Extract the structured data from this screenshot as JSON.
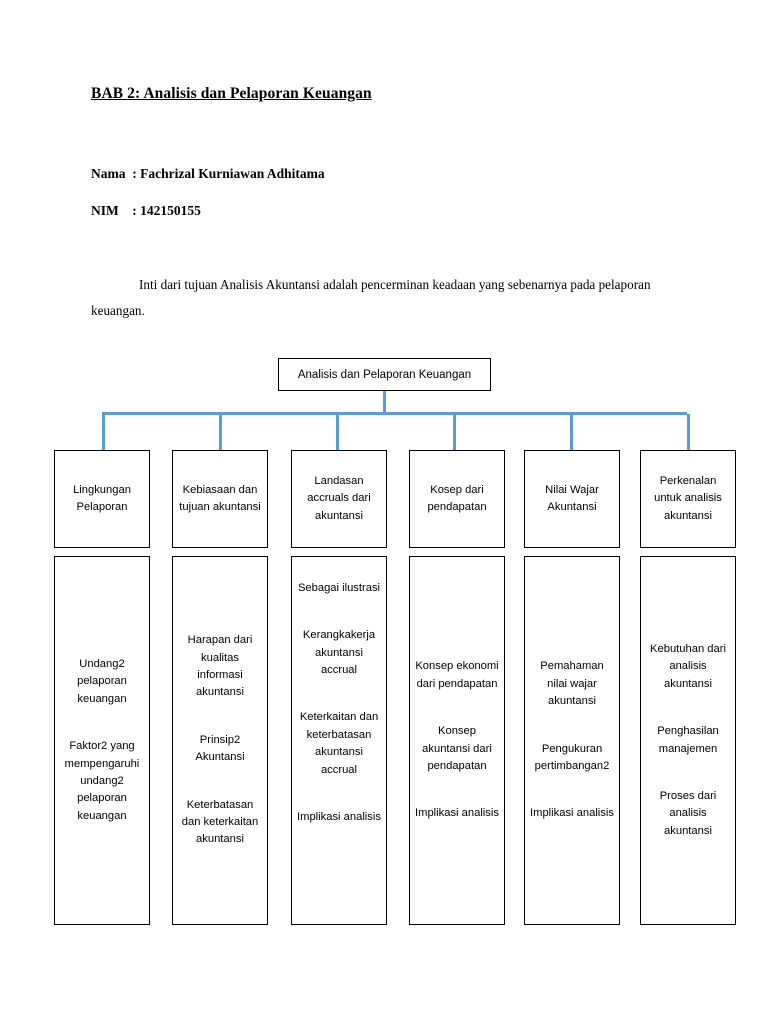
{
  "document": {
    "title": "BAB 2: Analisis dan Pelaporan Keuangan",
    "name_line": "Nama  : Fachrizal Kurniawan Adhitama",
    "nim_line": "NIM    : 142150155",
    "paragraph": "Inti dari tujuan Analisis Akuntansi adalah pencerminan keadaan yang sebenarnya pada pelaporan keuangan."
  },
  "diagram": {
    "root": "Analisis dan Pelaporan Keuangan",
    "connector_color": "#5b9bd5",
    "columns": [
      {
        "head": "Lingkungan Pelaporan",
        "items": [
          "Undang2 pelaporan keuangan",
          "Faktor2 yang mempengaruhi undang2 pelaporan keuangan"
        ]
      },
      {
        "head": "Kebiasaan dan tujuan akuntansi",
        "items": [
          "Harapan dari kualitas informasi akuntansi",
          "Prinsip2 Akuntansi",
          "Keterbatasan dan keterkaitan akuntansi"
        ]
      },
      {
        "head": "Landasan accruals dari akuntansi",
        "items": [
          "Sebagai ilustrasi",
          "Kerangkakerja akuntansi accrual",
          "Keterkaitan dan keterbatasan akuntansi accrual",
          "Implikasi analisis"
        ]
      },
      {
        "head": "Kosep dari pendapatan",
        "items": [
          "Konsep ekonomi dari pendapatan",
          "Konsep akuntansi dari pendapatan",
          "Implikasi analisis"
        ]
      },
      {
        "head": "Nilai Wajar Akuntansi",
        "items": [
          "Pemahaman nilai wajar akuntansi",
          "Pengukuran pertimbangan2",
          "Implikasi analisis"
        ]
      },
      {
        "head": "Perkenalan untuk analisis akuntansi",
        "items": [
          "Kebutuhan dari analisis akuntansi",
          "Penghasilan manajemen",
          "Proses dari analisis akuntansi"
        ]
      }
    ]
  }
}
